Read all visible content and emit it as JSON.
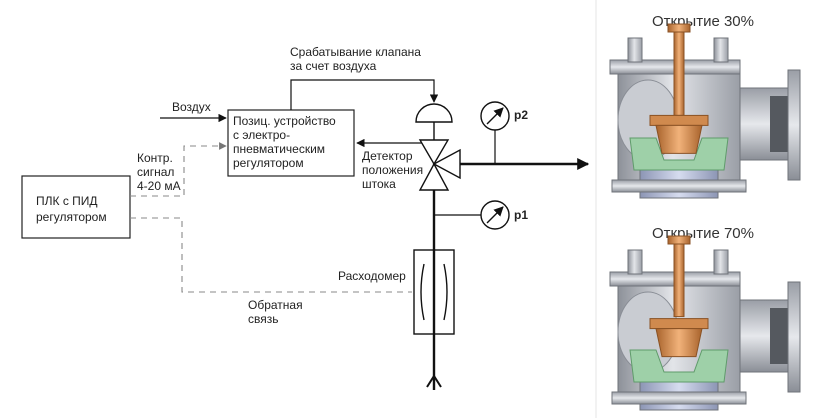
{
  "labels": {
    "plc_line1": "ПЛК с ПИД",
    "plc_line2": "регулятором",
    "positioner_line1": "Позиц. устройство",
    "positioner_line2": "с электро-",
    "positioner_line3": "пневматическим",
    "positioner_line4": "регулятором",
    "air": "Воздух",
    "actuation_line1": "Срабатывание клапана",
    "actuation_line2": "за счет воздуха",
    "control_line1": "Контр.",
    "control_line2": "сигнал",
    "control_line3": "4-20 мА",
    "detector_line1": "Детектор",
    "detector_line2": "положения",
    "detector_line3": "штока",
    "p2": "p2",
    "p1": "p1",
    "flowmeter": "Расходомер",
    "feedback_line1": "Обратная",
    "feedback_line2": "связь"
  },
  "valve_views": [
    {
      "title": "Открытие 30%",
      "opening": 0.3
    },
    {
      "title": "Открытие 70%",
      "opening": 0.7
    }
  ],
  "colors": {
    "line": "#111111",
    "dashed": "#888888",
    "steel": "#b8bcc4",
    "steel_dark": "#7e838b",
    "bronze": "#d08a4e",
    "seat_green": "#9ed0a8"
  }
}
